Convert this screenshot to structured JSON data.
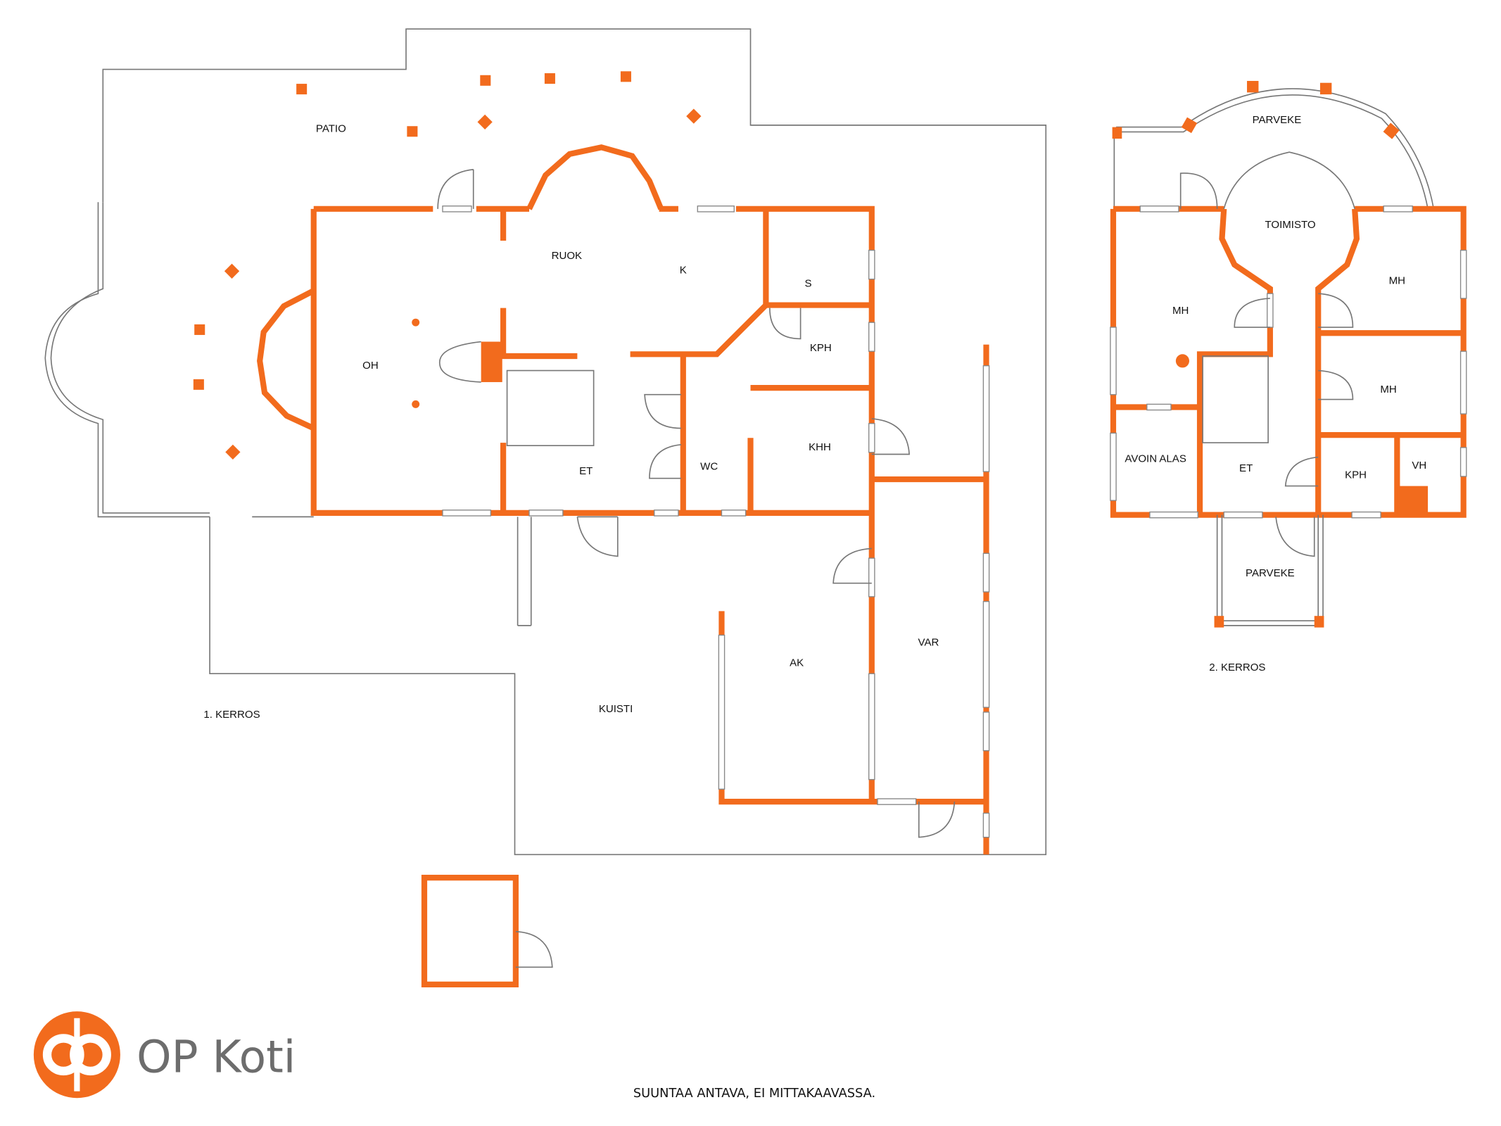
{
  "floor1": {
    "title": "1. KERROS",
    "rooms": {
      "patio": "PATIO",
      "oh": "OH",
      "ruok": "RUOK",
      "k": "K",
      "s": "S",
      "kph": "KPH",
      "khh": "KHH",
      "wc": "WC",
      "et": "ET",
      "ak": "AK",
      "var": "VAR",
      "kuisti": "KUISTI"
    }
  },
  "floor2": {
    "title": "2. KERROS",
    "rooms": {
      "parveke_top": "PARVEKE",
      "toimisto": "TOIMISTO",
      "mh_left": "MH",
      "mh_right_top": "MH",
      "mh_right_bottom": "MH",
      "avoin_alas": "AVOIN ALAS",
      "et": "ET",
      "kph": "KPH",
      "vh": "VH",
      "parveke_bottom": "PARVEKE"
    }
  },
  "logo": {
    "text": "OP Koti"
  },
  "disclaimer": "SUUNTAA ANTAVA, EI MITTAKAAVASSA.",
  "colors": {
    "wall": "#f26b1d",
    "logo_text": "#6d6d6d"
  }
}
